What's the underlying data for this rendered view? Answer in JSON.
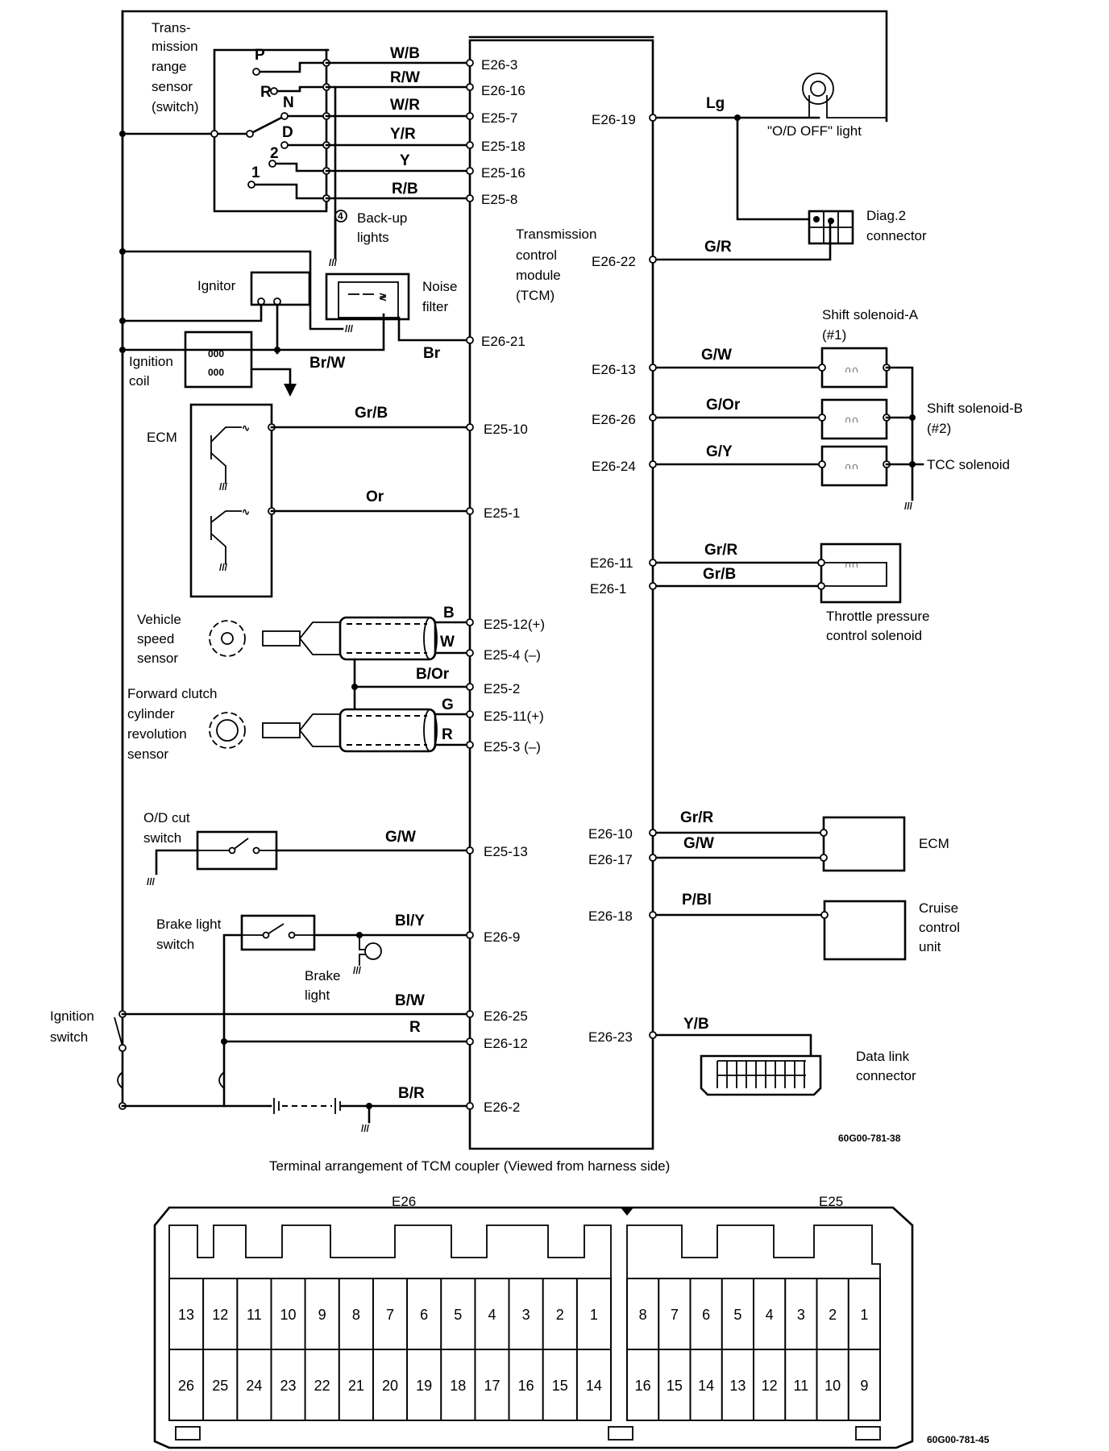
{
  "tcm": {
    "title_lines": [
      "Transmission",
      "control",
      "module",
      "(TCM)"
    ]
  },
  "range_sensor": {
    "label_lines": [
      "Trans-",
      "mission",
      "range",
      "sensor",
      "(switch)"
    ],
    "positions": [
      "P",
      "R",
      "N",
      "D",
      "2",
      "1"
    ],
    "wires": [
      {
        "color": "W/B",
        "terminal": "E26-3"
      },
      {
        "color": "R/W",
        "terminal": "E26-16"
      },
      {
        "color": "W/R",
        "terminal": "E25-7"
      },
      {
        "color": "Y/R",
        "terminal": "E25-18"
      },
      {
        "color": "Y",
        "terminal": "E25-16"
      },
      {
        "color": "R/B",
        "terminal": "E25-8"
      }
    ],
    "backup_lights_lines": [
      "Back-up",
      "lights"
    ]
  },
  "left_components": {
    "ignitor": "Ignitor",
    "noise_filter_lines": [
      "Noise",
      "filter"
    ],
    "ignition_coil_lines": [
      "Ignition",
      "coil"
    ],
    "ecm": "ECM",
    "vss_lines": [
      "Vehicle",
      "speed",
      "sensor"
    ],
    "fwd_clutch_lines": [
      "Forward clutch",
      "cylinder",
      "revolution",
      "sensor"
    ],
    "od_cut_lines": [
      "O/D cut",
      "switch"
    ],
    "brake_switch_lines": [
      "Brake light",
      "switch"
    ],
    "brake_light_lines": [
      "Brake",
      "light"
    ],
    "ignition_switch_lines": [
      "Ignition",
      "switch"
    ]
  },
  "left_wires": [
    {
      "color": "Br/W",
      "terminal": ""
    },
    {
      "color": "Br",
      "terminal": "E26-21"
    },
    {
      "color": "Gr/B",
      "terminal": "E25-10"
    },
    {
      "color": "Or",
      "terminal": "E25-1"
    },
    {
      "color": "B",
      "terminal": "E25-12(+)"
    },
    {
      "color": "W",
      "terminal": "E25-4 (–)"
    },
    {
      "color": "B/Or",
      "terminal": "E25-2"
    },
    {
      "color": "G",
      "terminal": "E25-11(+)"
    },
    {
      "color": "R",
      "terminal": "E25-3 (–)"
    },
    {
      "color": "G/W",
      "terminal": "E25-13"
    },
    {
      "color": "Bl/Y",
      "terminal": "E26-9"
    },
    {
      "color": "B/W",
      "terminal": "E26-25"
    },
    {
      "color": "R",
      "terminal": "E26-12"
    },
    {
      "color": "B/R",
      "terminal": "E26-2"
    }
  ],
  "right_wires": [
    {
      "terminal": "E26-19",
      "color": "Lg"
    },
    {
      "terminal": "E26-22",
      "color": "G/R"
    },
    {
      "terminal": "E26-13",
      "color": "G/W"
    },
    {
      "terminal": "E26-26",
      "color": "G/Or"
    },
    {
      "terminal": "E26-24",
      "color": "G/Y"
    },
    {
      "terminal": "E26-11",
      "color": "Gr/R"
    },
    {
      "terminal": "E26-1",
      "color": "Gr/B"
    },
    {
      "terminal": "E26-10",
      "color": "Gr/R"
    },
    {
      "terminal": "E26-17",
      "color": "G/W"
    },
    {
      "terminal": "E26-18",
      "color": "P/Bl"
    },
    {
      "terminal": "E26-23",
      "color": "Y/B"
    }
  ],
  "right_components": {
    "od_off_light": "\"O/D OFF\" light",
    "diag_connector_lines": [
      "Diag.2",
      "connector"
    ],
    "shift_a_lines": [
      "Shift solenoid-A",
      "(#1)"
    ],
    "shift_b_lines": [
      "Shift solenoid-B",
      "(#2)"
    ],
    "tcc": "TCC solenoid",
    "throttle_lines": [
      "Throttle pressure",
      "control solenoid"
    ],
    "ecm": "ECM",
    "cruise_lines": [
      "Cruise",
      "control",
      "unit"
    ],
    "dlc_lines": [
      "Data link",
      "connector"
    ]
  },
  "figure_codes": {
    "top": "60G00-781-38",
    "bottom": "60G00-781-45"
  },
  "coupler": {
    "caption": "Terminal arrangement of TCM coupler (Viewed from harness side)",
    "e26_label": "E26",
    "e25_label": "E25",
    "e26_top": [
      "13",
      "12",
      "11",
      "10",
      "9",
      "8",
      "7",
      "6",
      "5",
      "4",
      "3",
      "2",
      "1"
    ],
    "e26_bottom": [
      "26",
      "25",
      "24",
      "23",
      "22",
      "21",
      "20",
      "19",
      "18",
      "17",
      "16",
      "15",
      "14"
    ],
    "e25_top": [
      "8",
      "7",
      "6",
      "5",
      "4",
      "3",
      "2",
      "1"
    ],
    "e25_bottom": [
      "16",
      "15",
      "14",
      "13",
      "12",
      "11",
      "10",
      "9"
    ]
  }
}
